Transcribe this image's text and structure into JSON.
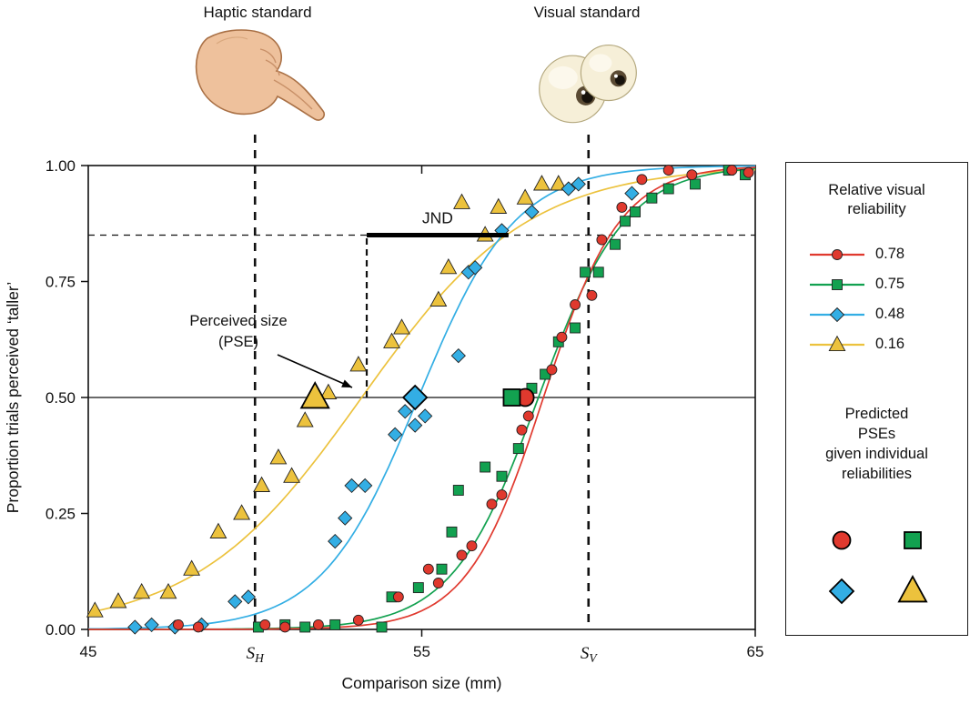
{
  "header": {
    "haptic_label": "Haptic standard",
    "visual_label": "Visual standard"
  },
  "axes": {
    "x_ticks": [
      {
        "v": 45,
        "label": "45"
      },
      {
        "v": 55,
        "label": "55"
      },
      {
        "v": 65,
        "label": "65"
      }
    ],
    "x_top_ticks": [
      55
    ],
    "y_ticks": [
      {
        "v": 0,
        "label": "0.00"
      },
      {
        "v": 0.25,
        "label": "0.25"
      },
      {
        "v": 0.5,
        "label": "0.50"
      },
      {
        "v": 0.75,
        "label": "0.75"
      },
      {
        "v": 1,
        "label": "1.00"
      }
    ]
  },
  "legend": {
    "title": [
      "Relative visual",
      "reliability"
    ],
    "predicted_title": [
      "Predicted",
      "PSEs",
      "given individual",
      "reliabilities"
    ]
  },
  "chart_data": {
    "type": "scatter",
    "xlabel": "Comparison size (mm)",
    "ylabel": "Proportion trials perceived ‘taller’",
    "xlim": [
      45,
      65
    ],
    "ylim": [
      0,
      1
    ],
    "grid": false,
    "legend_position": "right",
    "standards": [
      {
        "value": 50,
        "label_main": "S",
        "label_sub": "H",
        "meaning": "haptic standard"
      },
      {
        "value": 60,
        "label_main": "S",
        "label_sub": "V",
        "meaning": "visual standard"
      }
    ],
    "annotations": {
      "jnd": {
        "label": "JND",
        "x1": 53.35,
        "x2": 57.6,
        "y": 0.85
      },
      "dashed_hline_y": 0.85,
      "solid_hline_y": 0.5,
      "pse": {
        "label_lines": [
          "Perceived size",
          "(PSE)"
        ],
        "vline_x": 53.35,
        "vline_y1": 0.5,
        "vline_y2": 0.85
      }
    },
    "series": [
      {
        "name": "0.78",
        "marker": "circle",
        "color": "#e0392e",
        "curve": {
          "pse": 58.65,
          "slope": 1.15
        },
        "predicted_pse": 58.1,
        "points": [
          [
            47.7,
            0.01
          ],
          [
            48.3,
            0.005
          ],
          [
            50.3,
            0.01
          ],
          [
            50.9,
            0.005
          ],
          [
            51.9,
            0.01
          ],
          [
            53.1,
            0.02
          ],
          [
            54.3,
            0.07
          ],
          [
            55.2,
            0.13
          ],
          [
            55.5,
            0.1
          ],
          [
            56.2,
            0.16
          ],
          [
            56.5,
            0.18
          ],
          [
            57.1,
            0.27
          ],
          [
            57.4,
            0.29
          ],
          [
            58.0,
            0.43
          ],
          [
            58.2,
            0.46
          ],
          [
            58.9,
            0.56
          ],
          [
            59.2,
            0.63
          ],
          [
            59.6,
            0.7
          ],
          [
            60.1,
            0.72
          ],
          [
            60.4,
            0.84
          ],
          [
            61.0,
            0.91
          ],
          [
            61.6,
            0.97
          ],
          [
            62.4,
            0.99
          ],
          [
            63.1,
            0.98
          ],
          [
            64.3,
            0.99
          ],
          [
            64.8,
            0.985
          ]
        ]
      },
      {
        "name": "0.75",
        "marker": "square",
        "color": "#12a150",
        "curve": {
          "pse": 58.5,
          "slope": 1.3
        },
        "predicted_pse": 57.7,
        "points": [
          [
            50.1,
            0.005
          ],
          [
            50.9,
            0.01
          ],
          [
            51.5,
            0.005
          ],
          [
            52.4,
            0.01
          ],
          [
            53.8,
            0.005
          ],
          [
            54.1,
            0.07
          ],
          [
            54.9,
            0.09
          ],
          [
            55.6,
            0.13
          ],
          [
            55.9,
            0.21
          ],
          [
            56.1,
            0.3
          ],
          [
            56.9,
            0.35
          ],
          [
            57.4,
            0.33
          ],
          [
            57.9,
            0.39
          ],
          [
            58.3,
            0.52
          ],
          [
            58.7,
            0.55
          ],
          [
            59.1,
            0.62
          ],
          [
            59.6,
            0.65
          ],
          [
            59.9,
            0.77
          ],
          [
            60.3,
            0.77
          ],
          [
            60.8,
            0.83
          ],
          [
            61.1,
            0.88
          ],
          [
            61.4,
            0.9
          ],
          [
            61.9,
            0.93
          ],
          [
            62.4,
            0.95
          ],
          [
            63.2,
            0.96
          ],
          [
            64.2,
            0.99
          ],
          [
            64.7,
            0.98
          ]
        ]
      },
      {
        "name": "0.48",
        "marker": "diamond",
        "color": "#33aee4",
        "curve": {
          "pse": 54.9,
          "slope": 1.45
        },
        "predicted_pse": 54.8,
        "points": [
          [
            46.4,
            0.005
          ],
          [
            46.9,
            0.01
          ],
          [
            47.6,
            0.005
          ],
          [
            48.4,
            0.01
          ],
          [
            49.4,
            0.06
          ],
          [
            49.8,
            0.07
          ],
          [
            52.4,
            0.19
          ],
          [
            52.7,
            0.24
          ],
          [
            52.9,
            0.31
          ],
          [
            53.3,
            0.31
          ],
          [
            54.2,
            0.42
          ],
          [
            54.5,
            0.47
          ],
          [
            54.8,
            0.44
          ],
          [
            55.1,
            0.46
          ],
          [
            56.1,
            0.59
          ],
          [
            56.4,
            0.77
          ],
          [
            56.6,
            0.78
          ],
          [
            57.4,
            0.86
          ],
          [
            58.3,
            0.9
          ],
          [
            59.4,
            0.95
          ],
          [
            59.7,
            0.96
          ],
          [
            61.3,
            0.94
          ]
        ]
      },
      {
        "name": "0.16",
        "marker": "triangle",
        "color": "#ecc23d",
        "curve": {
          "pse": 53.2,
          "slope": 2.5
        },
        "predicted_pse": 51.8,
        "points": [
          [
            45.2,
            0.04
          ],
          [
            45.9,
            0.06
          ],
          [
            46.6,
            0.08
          ],
          [
            47.4,
            0.08
          ],
          [
            48.1,
            0.13
          ],
          [
            48.9,
            0.21
          ],
          [
            49.6,
            0.25
          ],
          [
            50.2,
            0.31
          ],
          [
            50.7,
            0.37
          ],
          [
            51.1,
            0.33
          ],
          [
            51.5,
            0.45
          ],
          [
            52.2,
            0.51
          ],
          [
            53.1,
            0.57
          ],
          [
            54.1,
            0.62
          ],
          [
            54.4,
            0.65
          ],
          [
            55.5,
            0.71
          ],
          [
            55.8,
            0.78
          ],
          [
            56.2,
            0.92
          ],
          [
            56.9,
            0.85
          ],
          [
            57.3,
            0.91
          ],
          [
            58.1,
            0.93
          ],
          [
            58.6,
            0.96
          ],
          [
            59.1,
            0.96
          ]
        ]
      }
    ]
  }
}
